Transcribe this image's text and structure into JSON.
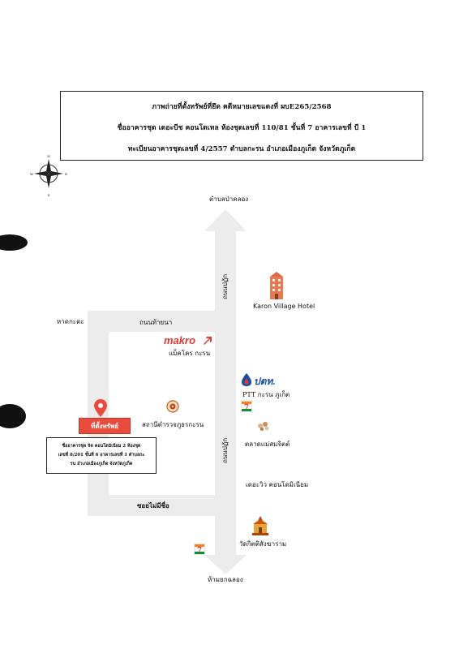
{
  "header": {
    "line1": "ภาพถ่ายที่ตั้งทรัพย์ที่ยึด คดีหมายเลขแดงที่ ผบE265/2568",
    "line2": "ชื่ออาคารชุด เดอะบีช คอนโดเทล ห้องชุดเลขที่ 110/81 ชั้นที่ 7 อาคารเลขที่ บี 1",
    "line3": "ทะเบียนอาคารชุดเลขที่ 4/2557 ตำบลกะรน อำเภอเมืองภูเก็ต จังหวัดภูเก็ต"
  },
  "compass": {
    "n": "N",
    "s": "S",
    "e": "E",
    "w": "W"
  },
  "labels": {
    "top_road": "ตำบลป่าคลอง",
    "bottom_road": "ห้ามยกฉลอง",
    "kata_beach": "หาดกะตะ",
    "road_upper": "ถนนท้ายนา",
    "road_vertical_upper": "ถนนปฏัก",
    "road_vertical_lower": "ถนนปฏัก",
    "unnamed_soi": "ซอยไม่มีชื่อ",
    "karon_village": "Karon Village Hotel",
    "makro_logo": "makro",
    "makro_name": "แม็คโคร กะรน",
    "ptt_logo": "ปตท.",
    "ptt_name": "PTT กะรน ภูเก็ต",
    "police": "สถานีตำรวจภูธรกะรน",
    "market": "ตลาดแม่สมจิตต์",
    "the_view": "เดอะวิว คอนโดมิเนียม",
    "temple": "วัดกิตติสังฆาราม",
    "property": "ที่ตั้งทรัพย์",
    "seven_eleven": "7"
  },
  "note": {
    "line1": "ชื่ออาคารชุด จิต คอนโดมิเนียม 2 ห้องชุด",
    "line2": "เลขที่ 8/201 ชั้นที่ 6 อาคารเลขที่ 1 ตำบลกะ",
    "line3": "รน อำเภอเมืองภูเก็ต จังหวัดภูเก็ต"
  },
  "colors": {
    "road": "#ececec",
    "pin": "#e94b3c",
    "makro": "#e53935",
    "ptt_blue": "#1a4ea1",
    "ptt_red": "#e53935",
    "seven_green": "#0a8f3c",
    "seven_orange": "#f5821f",
    "hotel": "#e57950"
  }
}
